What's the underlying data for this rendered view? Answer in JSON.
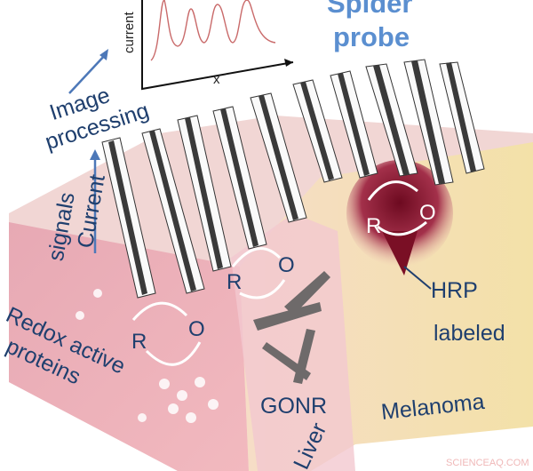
{
  "title": {
    "line1": "Spider",
    "line2": "probe"
  },
  "plot": {
    "ylabel": "current",
    "xlabel": "x"
  },
  "labels": {
    "image_processing_1": "Image",
    "image_processing_2": "processing",
    "current_signals_1": "Current",
    "current_signals_2": "signals",
    "redox_1": "Redox active",
    "redox_2": "proteins",
    "gonr": "GONR",
    "liver": "Liver",
    "melanoma": "Melanoma",
    "hrp_1": "HRP",
    "hrp_2": "labeled"
  },
  "redox_pairs": [
    {
      "r": "R",
      "o": "O"
    },
    {
      "r": "R",
      "o": "O"
    },
    {
      "r": "R",
      "o": "O"
    }
  ],
  "watermark": "SCIENCEAQ.COM",
  "colors": {
    "accent_blue": "#5b8fd0",
    "label_navy": "#1f3f6e",
    "signal_red": "#c96a6a",
    "melanoma_dark": "#7a0f25"
  }
}
